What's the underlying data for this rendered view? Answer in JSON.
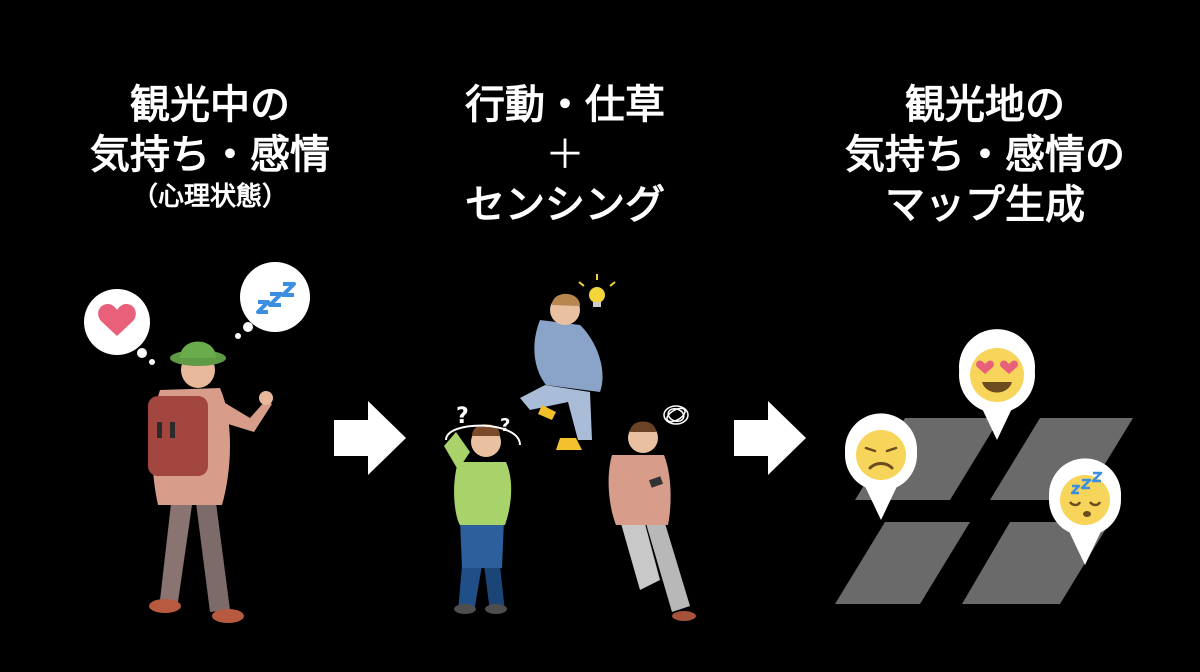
{
  "columns": [
    {
      "lines": [
        "観光中の",
        "気持ち・感情"
      ],
      "sub": "（心理状態）"
    },
    {
      "lines": [
        "行動・仕草",
        "＋",
        "センシング"
      ]
    },
    {
      "lines": [
        "観光地の",
        "気持ち・感情の",
        "マップ生成"
      ]
    }
  ],
  "icons": {
    "left_bubbles": [
      "heart-icon",
      "sleep-zzz-icon"
    ],
    "mid_marks": [
      "question-mark-icon",
      "question-mark-icon",
      "lightbulb-icon",
      "scribble-icon"
    ],
    "map_pins": [
      "tired-face-icon",
      "heart-eyes-face-icon",
      "sleepy-face-icon"
    ],
    "arrows": [
      "right-arrow-icon",
      "right-arrow-icon"
    ]
  },
  "colors": {
    "background": "#000000",
    "text": "#ffffff",
    "map_tile": "#6a6a6a",
    "emoji_yellow": "#f7d45a",
    "heart": "#e8607a",
    "zzz": "#3c8fe0"
  }
}
